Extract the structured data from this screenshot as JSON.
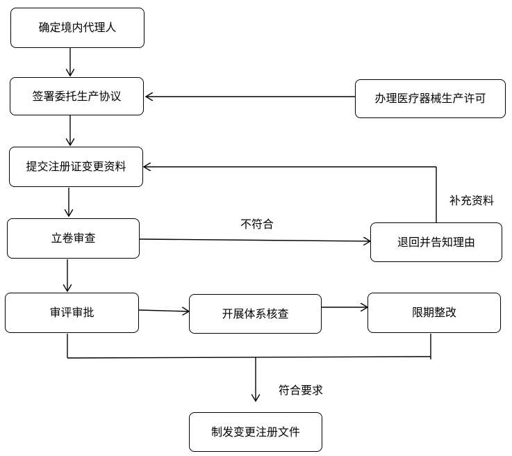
{
  "nodes": {
    "confirm_agent": "确定境内代理人",
    "sign_agreement": "签署委托生产协议",
    "manufacture_license": "办理医疗器械生产许可",
    "submit_docs": "提交注册证变更资料",
    "file_review": "立卷审查",
    "return_notice": "退回并告知理由",
    "review_approval": "审评审批",
    "system_inspection": "开展体系核查",
    "rectify": "限期整改",
    "issue_doc": "制发变更注册文件"
  },
  "edge_labels": {
    "supplement": "补充资料",
    "not_compliant": "不符合",
    "compliant": "符合要求"
  }
}
